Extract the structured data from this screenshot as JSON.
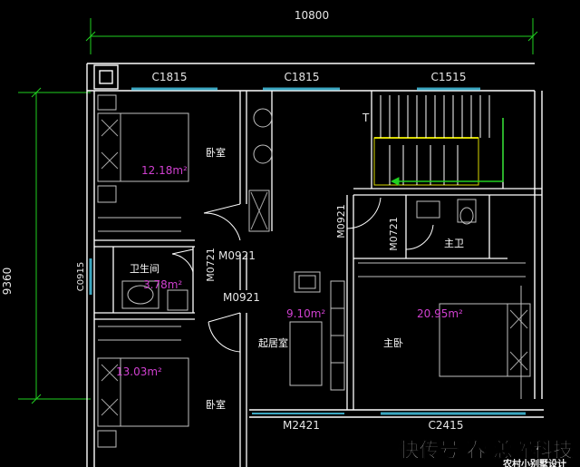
{
  "plan": {
    "overall_width": "10800",
    "overall_depth": "9360",
    "windows": {
      "top_left": "C1815",
      "top_middle": "C1815",
      "top_right": "C1515",
      "left_side": "C0915",
      "bottom_right": "C2415"
    },
    "doors": {
      "left_bedroom_top": "M0921",
      "bathroom": "M0721",
      "left_bedroom_bottom": "M0921",
      "master_main": "M0921",
      "master_bath": "M0721",
      "bottom_entrance": "M2421"
    },
    "stair_mark": "T",
    "rooms": [
      {
        "name": "卧室",
        "area": "12.18m²"
      },
      {
        "name": "卫生间",
        "area": "3.78m²"
      },
      {
        "name": "卧室",
        "area": "13.03m²"
      },
      {
        "name": "起居室",
        "area": "9.10m²"
      },
      {
        "name": "主卧",
        "area": "20.95m²"
      },
      {
        "name": "主卫",
        "area": ""
      }
    ]
  },
  "watermark": {
    "line1": "快传号 春 恙晖科技",
    "line2": "农村小别墅设计"
  },
  "colors": {
    "wall": "#ffffff",
    "dimension": "#20d020",
    "window": "#3aa6c0",
    "door": "#ffffff",
    "furniture": "#c0c0c0",
    "area_text": "#d040d0",
    "stair": "#d8d800"
  }
}
